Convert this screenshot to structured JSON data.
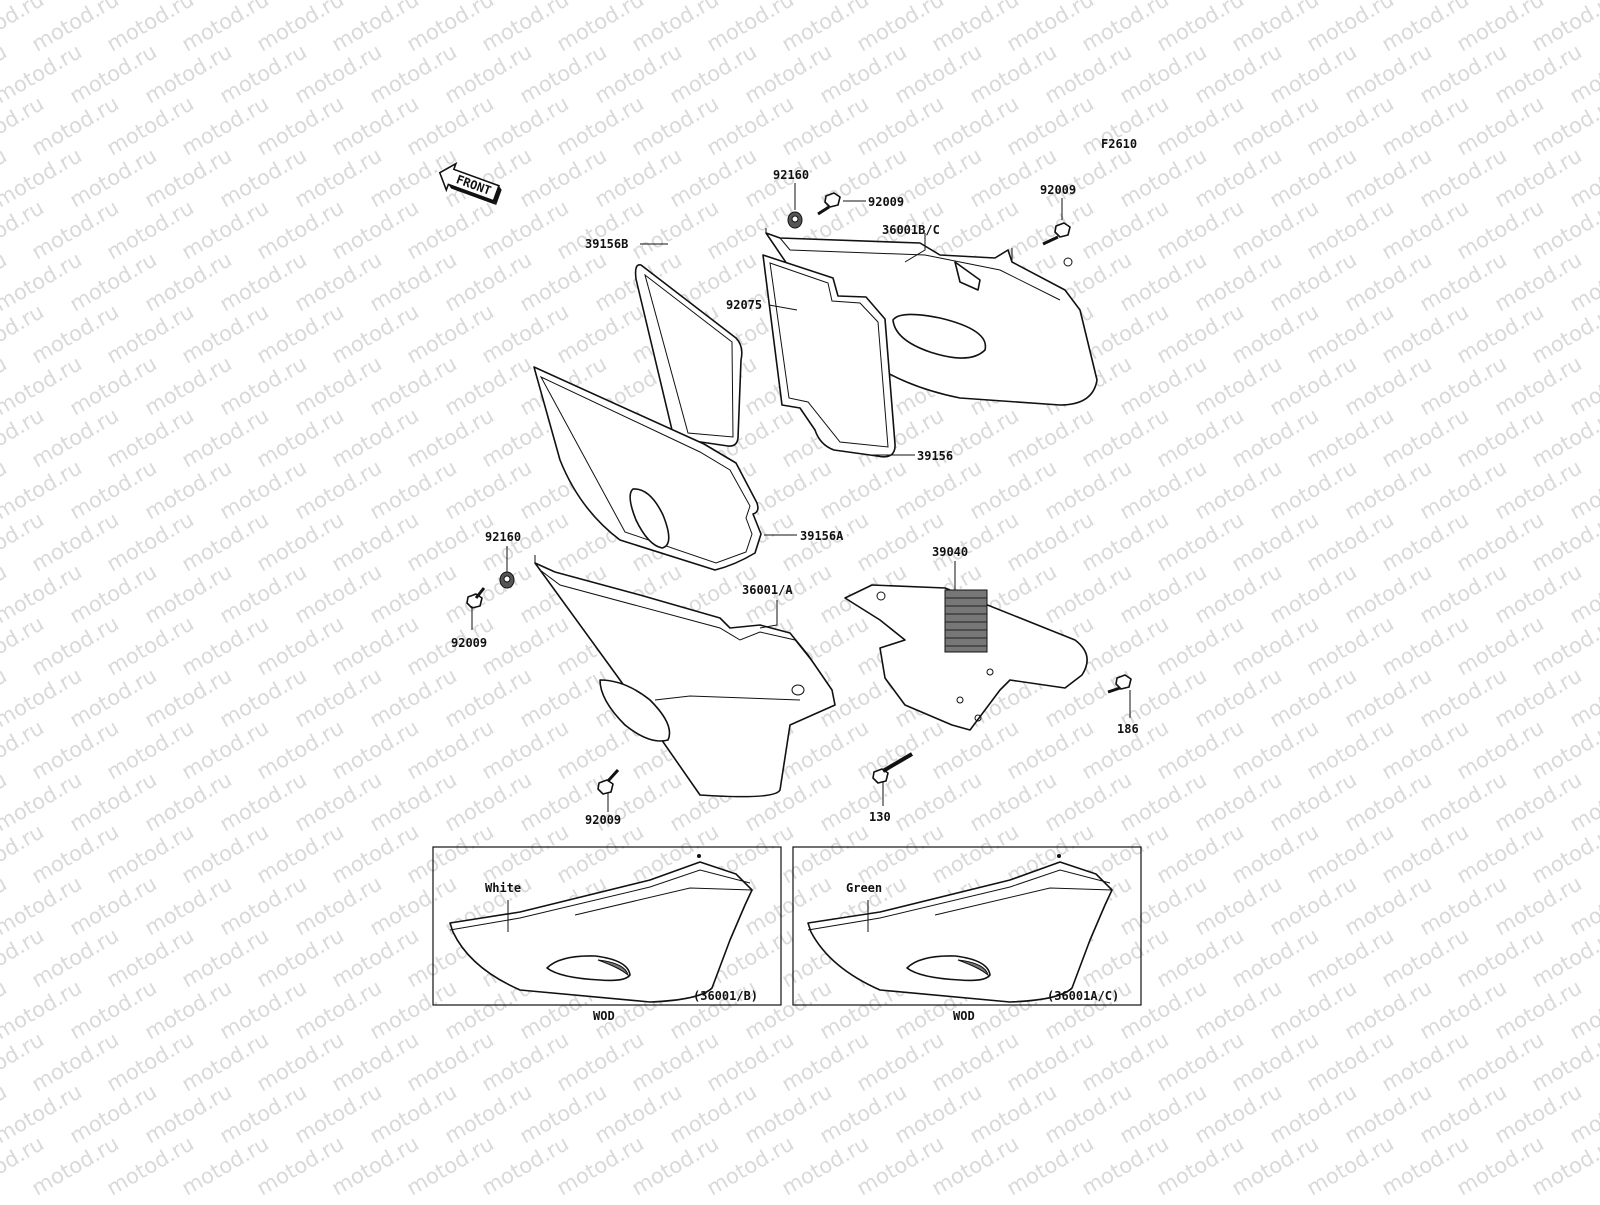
{
  "diagram_code": "F2610",
  "front_label": "FRONT",
  "watermark_text": "motod.ru",
  "parts": {
    "p92160_top": "92160",
    "p92009_top_a": "92009",
    "p92009_top_b": "92009",
    "p36001BC": "36001B/C",
    "p92075": "92075",
    "p39156B": "39156B",
    "p39156": "39156",
    "p39156A": "39156A",
    "p92160_left": "92160",
    "p92009_left": "92009",
    "p36001A": "36001/A",
    "p92009_bottom": "92009",
    "p39040": "39040",
    "p186": "186",
    "p130": "130"
  },
  "inset_left": {
    "color_label": "White",
    "part_ref": "(36001/B)",
    "caption": "WOD"
  },
  "inset_right": {
    "color_label": "Green",
    "part_ref": "(36001A/C)",
    "caption": "WOD"
  }
}
